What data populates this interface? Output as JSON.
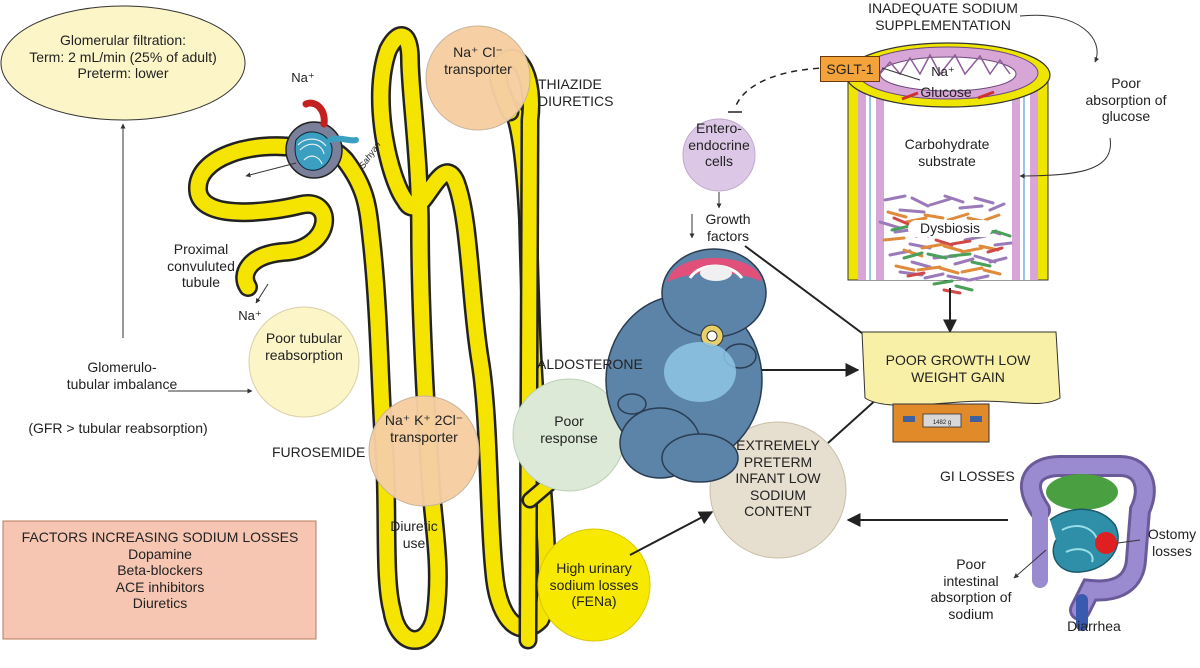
{
  "gfr": {
    "title": "Glomerular filtration:",
    "line1": "Term: 2 mL/min (25% of adult)",
    "line2": "Preterm: lower"
  },
  "kidney": {
    "na_top": "Na⁺",
    "pct_label": "Proximal convuluted tubule",
    "na_low": "Na⁺",
    "poor_tubular": "Poor tubular reabsorption",
    "imbalance": "Glomerulo-tubular imbalance",
    "imbalance_sub": "(GFR > tubular reabsorption)",
    "thiazide_circle": "Na⁺ Cl⁻ transporter",
    "thiazide_label": "THIAZIDE DIURETICS",
    "furosemide_label": "FUROSEMIDE",
    "nkcc_circle": "Na⁺ K⁺ 2Cl⁻ transporter",
    "diuretic_use": "Diuretic use",
    "aldosterone_label": "ALDOSTERONE",
    "poor_response": "Poor response",
    "signature": "Sahyan"
  },
  "factors": {
    "title": "FACTORS INCREASING SODIUM LOSSES",
    "items": [
      "Dopamine",
      "Beta-blockers",
      "ACE inhibitors",
      "Diuretics"
    ]
  },
  "urinary": "High urinary sodium losses (FENa)",
  "center": "EXTREMELY PRETERM INFANT LOW SODIUM CONTENT",
  "gut": {
    "enteroendocrine": "Entero-endocrine cells",
    "growth_factors": "Growth factors",
    "sglt": "SGLT-1",
    "na": "Na⁺",
    "glucose": "Glucose",
    "inadequate": "INADEQUATE SODIUM SUPPLEMENTATION",
    "poor_absorption": "Poor absorption of glucose",
    "carb": "Carbohydrate substrate",
    "dysbiosis": "Dysbiosis"
  },
  "growth": "POOR GROWTH LOW WEIGHT GAIN",
  "scale_readout": "1482 g",
  "gi": {
    "label": "GI LOSSES",
    "ostomy": "Ostomy losses",
    "poor_intestinal": "Poor intestinal absorption of sodium",
    "diarrhea": "Diarrhea"
  },
  "colors": {
    "tubule": "#f5e300",
    "gfr_ellipse": "#fbf5c8",
    "peach": "#f6cfa2",
    "lavender": "#dcc8e6",
    "mint": "#dbe9d6",
    "urinary": "#f7ea00",
    "center": "#e6dfcf",
    "factors_box": "#f6c6b3",
    "sglt_box": "#f4a33a",
    "infant": "#5c84a8"
  }
}
